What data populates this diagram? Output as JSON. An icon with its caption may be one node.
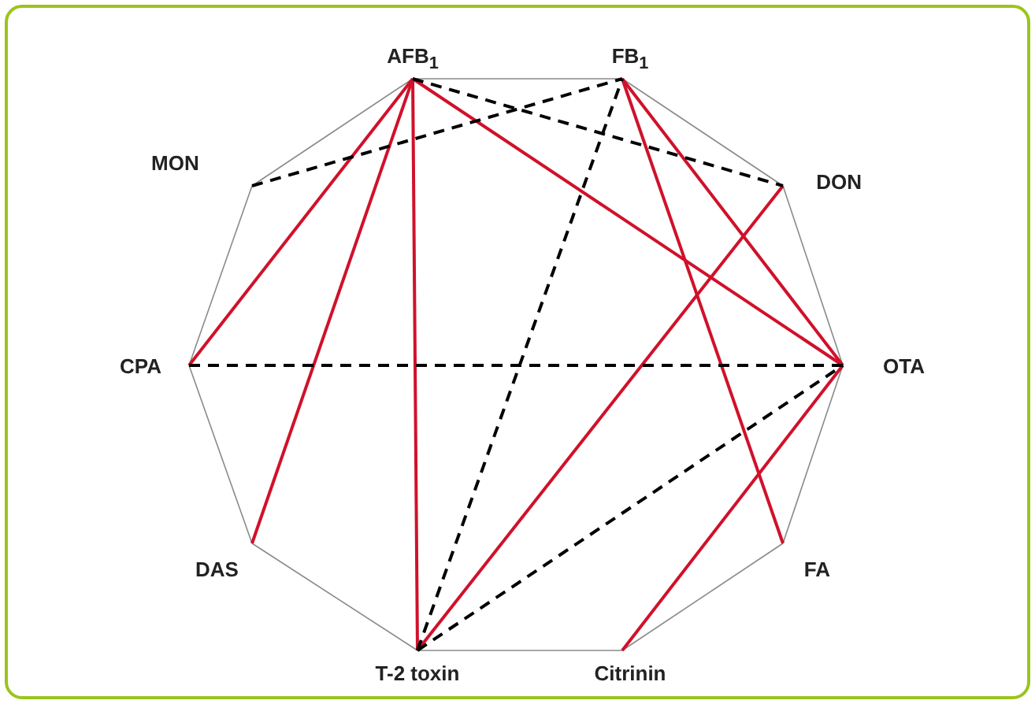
{
  "diagram": {
    "nodes": [
      {
        "text": [
          "AFB$_{1}$"
        ]
      },
      {
        "text": [
          "FB$_{1}$"
        ]
      },
      {
        "text": [
          "MON"
        ]
      },
      {
        "text": [
          "DON"
        ]
      },
      {
        "text": [
          "CPA"
        ]
      },
      {
        "text": [
          "OTA"
        ]
      },
      {
        "text": [
          "DAS"
        ]
      },
      {
        "text": [
          "FA"
        ]
      },
      {
        "text": [
          "T-2 toxin"
        ]
      },
      {
        "text": [
          "Citrinin"
        ]
      }
    ],
    "edges": [
      {
        "from": 0,
        "to": 1,
        "arrow": "none"
      },
      {
        "from": 1,
        "to": 3,
        "arrow": "none"
      },
      {
        "from": 3,
        "to": 5,
        "arrow": "none"
      },
      {
        "from": 5,
        "to": 7,
        "arrow": "none"
      },
      {
        "from": 7,
        "to": 9,
        "arrow": "none"
      },
      {
        "from": 9,
        "to": 8,
        "arrow": "none"
      },
      {
        "from": 8,
        "to": 6,
        "arrow": "none"
      },
      {
        "from": 6,
        "to": 4,
        "arrow": "none"
      },
      {
        "from": 4,
        "to": 2,
        "arrow": "none"
      },
      {
        "from": 2,
        "to": 0,
        "arrow": "none"
      },
      {
        "from": 0,
        "to": 4,
        "arrow": "none",
        "color": "#d0112b"
      },
      {
        "from": 0,
        "to": 6,
        "arrow": "none",
        "color": "#d0112b"
      },
      {
        "from": 0,
        "to": 8,
        "arrow": "none",
        "color": "#d0112b"
      },
      {
        "from": 0,
        "to": 5,
        "arrow": "none",
        "color": "#d0112b"
      },
      {
        "from": 1,
        "to": 5,
        "arrow": "none",
        "color": "#d0112b"
      },
      {
        "from": 1,
        "to": 7,
        "arrow": "none",
        "color": "#d0112b"
      },
      {
        "from": 3,
        "to": 8,
        "arrow": "none",
        "color": "#d0112b"
      },
      {
        "from": 5,
        "to": 9,
        "arrow": "none",
        "color": "#d0112b"
      },
      {
        "from": 0,
        "to": 3,
        "arrow": "none",
        "style": "dashed",
        "color": "#000000"
      },
      {
        "from": 2,
        "to": 1,
        "arrow": "none",
        "style": "dashed",
        "color": "#000000"
      },
      {
        "from": 4,
        "to": 5,
        "arrow": "none",
        "style": "dashed",
        "color": "#000000"
      },
      {
        "from": 8,
        "to": 1,
        "arrow": "none",
        "style": "dashed",
        "color": "#000000"
      },
      {
        "from": 8,
        "to": 5,
        "arrow": "none",
        "style": "dashed",
        "color": "#000000"
      }
    ]
  }
}
